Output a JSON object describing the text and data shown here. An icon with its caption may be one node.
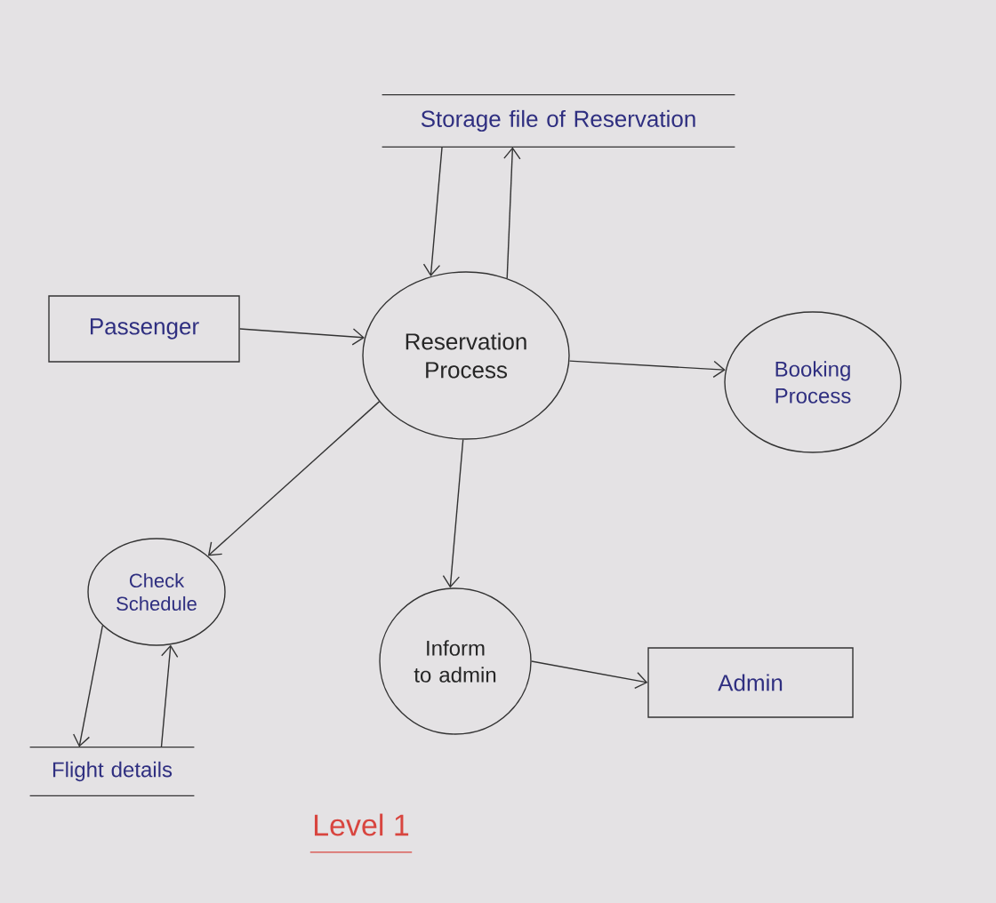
{
  "diagram": {
    "caption": "Level 1",
    "nodes": [
      {
        "text": [
          "Storage file of Reservation"
        ]
      },
      {
        "text": [
          "Passenger"
        ]
      },
      {
        "text": [
          "Reservation Process"
        ]
      },
      {
        "text": [
          "Booking Process"
        ]
      },
      {
        "text": [
          "Check Schedule"
        ]
      },
      {
        "text": [
          "Inform to admin"
        ]
      },
      {
        "text": [
          "Admin"
        ]
      },
      {
        "text": [
          "Flight details"
        ]
      }
    ],
    "edges": [
      {
        "from": 0,
        "to": 2,
        "arrow": "to"
      },
      {
        "from": 2,
        "to": 0,
        "arrow": "to"
      },
      {
        "from": 1,
        "to": 2,
        "arrow": "to"
      },
      {
        "from": 2,
        "to": 3,
        "arrow": "to"
      },
      {
        "from": 2,
        "to": 4,
        "arrow": "to"
      },
      {
        "from": 2,
        "to": 5,
        "arrow": "to"
      },
      {
        "from": 5,
        "to": 6,
        "arrow": "to"
      },
      {
        "from": 4,
        "to": 7,
        "arrow": "to"
      },
      {
        "from": 7,
        "to": 4,
        "arrow": "to"
      }
    ]
  }
}
